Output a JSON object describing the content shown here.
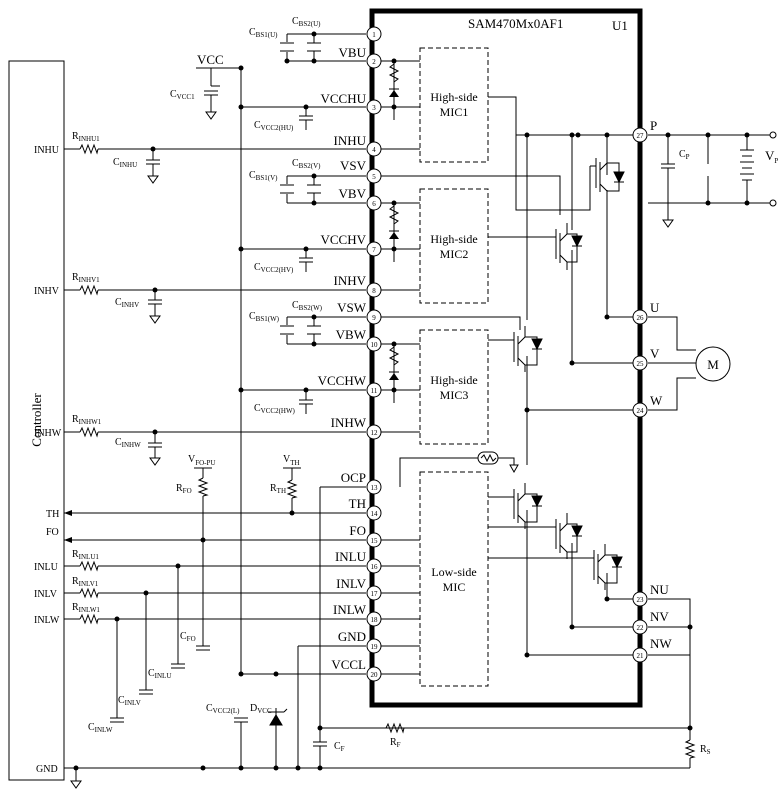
{
  "ic": {
    "name": "SAM470Mx0AF1",
    "ref": "U1",
    "left_pins": [
      {
        "num": "1",
        "label": ""
      },
      {
        "num": "2",
        "label": "VBU"
      },
      {
        "num": "3",
        "label": "VCCHU"
      },
      {
        "num": "4",
        "label": "INHU"
      },
      {
        "num": "5",
        "label": "VSV"
      },
      {
        "num": "6",
        "label": "VBV"
      },
      {
        "num": "7",
        "label": "VCCHV"
      },
      {
        "num": "8",
        "label": "INHV"
      },
      {
        "num": "9",
        "label": "VSW"
      },
      {
        "num": "10",
        "label": "VBW"
      },
      {
        "num": "11",
        "label": "VCCHW"
      },
      {
        "num": "12",
        "label": "INHW"
      },
      {
        "num": "13",
        "label": "OCP"
      },
      {
        "num": "14",
        "label": "TH"
      },
      {
        "num": "15",
        "label": "FO"
      },
      {
        "num": "16",
        "label": "INLU"
      },
      {
        "num": "17",
        "label": "INLV"
      },
      {
        "num": "18",
        "label": "INLW"
      },
      {
        "num": "19",
        "label": "GND"
      },
      {
        "num": "20",
        "label": "VCCL"
      }
    ],
    "right_pins": [
      {
        "num": "27",
        "label": "P"
      },
      {
        "num": "26",
        "label": "U"
      },
      {
        "num": "25",
        "label": "V"
      },
      {
        "num": "24",
        "label": "W"
      },
      {
        "num": "23",
        "label": "NU"
      },
      {
        "num": "22",
        "label": "NV"
      },
      {
        "num": "21",
        "label": "NW"
      }
    ],
    "mics": [
      {
        "line1": "High-side",
        "line2": "MIC1"
      },
      {
        "line1": "High-side",
        "line2": "MIC2"
      },
      {
        "line1": "High-side",
        "line2": "MIC3"
      },
      {
        "line1": "Low-side",
        "line2": "MIC"
      }
    ]
  },
  "controller": {
    "title": "Controller",
    "pins": [
      "INHU",
      "INHV",
      "INHW",
      "TH",
      "FO",
      "INLU",
      "INLV",
      "INLW",
      "GND"
    ]
  },
  "supplies": {
    "vcc": "VCC",
    "vp": {
      "main": "V",
      "sub": "P"
    },
    "vfo_pu": {
      "main": "V",
      "sub": "FO-PU"
    },
    "vth": {
      "main": "V",
      "sub": "TH"
    }
  },
  "motor": "M",
  "components": {
    "rinhu1": {
      "main": "R",
      "sub": "INHU1"
    },
    "cinhu": {
      "main": "C",
      "sub": "INHU"
    },
    "rinhv1": {
      "main": "R",
      "sub": "INHV1"
    },
    "cinhv": {
      "main": "C",
      "sub": "INHV"
    },
    "rinhw1": {
      "main": "R",
      "sub": "INHW1"
    },
    "cinhw": {
      "main": "C",
      "sub": "INHW"
    },
    "cbs1u": {
      "main": "C",
      "sub": "BS1(U)"
    },
    "cbs2u": {
      "main": "C",
      "sub": "BS2(U)"
    },
    "cbs1v": {
      "main": "C",
      "sub": "BS1(V)"
    },
    "cbs2v": {
      "main": "C",
      "sub": "BS2(V)"
    },
    "cbs1w": {
      "main": "C",
      "sub": "BS1(W)"
    },
    "cbs2w": {
      "main": "C",
      "sub": "BS2(W)"
    },
    "cvcc1": {
      "main": "C",
      "sub": "VCC1"
    },
    "cvcc2hu": {
      "main": "C",
      "sub": "VCC2(HU)"
    },
    "cvcc2hv": {
      "main": "C",
      "sub": "VCC2(HV)"
    },
    "cvcc2hw": {
      "main": "C",
      "sub": "VCC2(HW)"
    },
    "cvcc2l": {
      "main": "C",
      "sub": "VCC2(L)"
    },
    "rfo": {
      "main": "R",
      "sub": "FO"
    },
    "rth": {
      "main": "R",
      "sub": "TH"
    },
    "cfo": {
      "main": "C",
      "sub": "FO"
    },
    "rinlu1": {
      "main": "R",
      "sub": "INLU1"
    },
    "rinlv1": {
      "main": "R",
      "sub": "INLV1"
    },
    "rinlw1": {
      "main": "R",
      "sub": "INLW1"
    },
    "cinlu": {
      "main": "C",
      "sub": "INLU"
    },
    "cinlv": {
      "main": "C",
      "sub": "INLV"
    },
    "cinlw": {
      "main": "C",
      "sub": "INLW"
    },
    "dvcc": {
      "main": "D",
      "sub": "VCC"
    },
    "cf": {
      "main": "C",
      "sub": "F"
    },
    "rf": {
      "main": "R",
      "sub": "F"
    },
    "rs": {
      "main": "R",
      "sub": "S"
    },
    "cp": {
      "main": "C",
      "sub": "P"
    }
  }
}
